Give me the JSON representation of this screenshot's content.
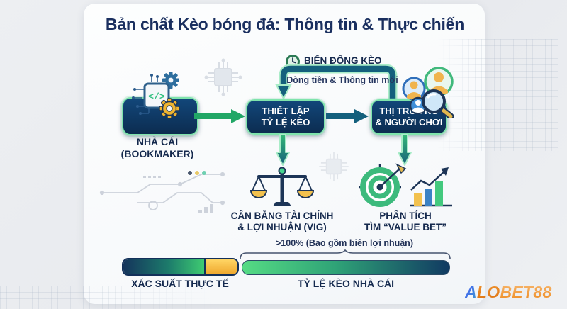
{
  "title": "Bản chất Kèo bóng đá: Thông tin & Thực chiến",
  "flow": {
    "feedback": {
      "label": "BIẾN ĐỘNG KÈO",
      "sublabel": "Dòng tiền & Thông tin mới"
    },
    "bookmaker": {
      "line1": "NHÀ CÁI",
      "line2": "(BOOKMAKER)"
    },
    "setup": {
      "line1": "THIẾT LẬP",
      "line2": "TỶ LỆ KÈO"
    },
    "market": {
      "line1": "THỊ TRƯỜNG",
      "line2": "& NGƯỜI CHƠI"
    },
    "balance": {
      "line1": "CÂN BẰNG TÀI CHÍNH",
      "line2": "& LỢI NHUẬN (VIG)"
    },
    "analysis": {
      "line1": "PHÂN TÍCH",
      "line2": "TÌM “VALUE BET”"
    }
  },
  "bars": {
    "annotation": ">100% (Bao gồm biên lợi nhuận)",
    "actual_probability_label": "XÁC SUẤT THỰC TẾ",
    "bookmaker_odds_label": "TỶ LỆ KÈO NHÀ CÁI"
  },
  "icons": {
    "code_glyph": "</>"
  },
  "logo": {
    "a": "A",
    "lo": "LO",
    "bet": "BET88"
  },
  "colors": {
    "navy_text": "#15294d",
    "node_navy": "#0e3560",
    "node_border_green": "#7fe4ac",
    "arrow_green": "#21a766",
    "arrow_teal": "#14607d",
    "vig_yellow": "#f2b63c",
    "bar_green": "#3ecb72",
    "bar_navy": "#15345c",
    "logo_blue": "#4565ef",
    "logo_orange": "#e8821a"
  }
}
